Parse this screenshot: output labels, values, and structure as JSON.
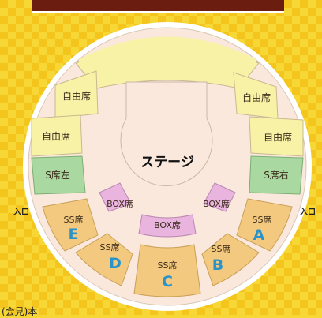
{
  "stage": {
    "label": "ステージ"
  },
  "sections": {
    "free_left_top": "自由席",
    "free_left_bottom": "自由席",
    "free_right_top": "自由席",
    "free_right_bottom": "自由席",
    "s_left": "S席左",
    "s_right": "S席右",
    "box_left": "BOX席",
    "box_center": "BOX席",
    "box_right": "BOX席",
    "ss_e": {
      "label": "SS席",
      "letter": "E"
    },
    "ss_d": {
      "label": "SS席",
      "letter": "D"
    },
    "ss_c": {
      "label": "SS席",
      "letter": "C"
    },
    "ss_b": {
      "label": "SS席",
      "letter": "B"
    },
    "ss_a": {
      "label": "SS席",
      "letter": "A"
    }
  },
  "entrances": {
    "left": "入口",
    "right": "入口"
  },
  "footer_note": "(会見)本",
  "colors": {
    "background": "#f7d735",
    "checker": "#f3c51d",
    "outer_ring": "#ffffff",
    "inner_field": "#fae8dd",
    "upper_area": "#f7f2a6",
    "free_seat": "#f7f2a6",
    "s_seat": "#a9d8a0",
    "box_seat": "#e9b4de",
    "ss_seat": "#f3c97f",
    "ss_letter": "#2a93c9"
  }
}
